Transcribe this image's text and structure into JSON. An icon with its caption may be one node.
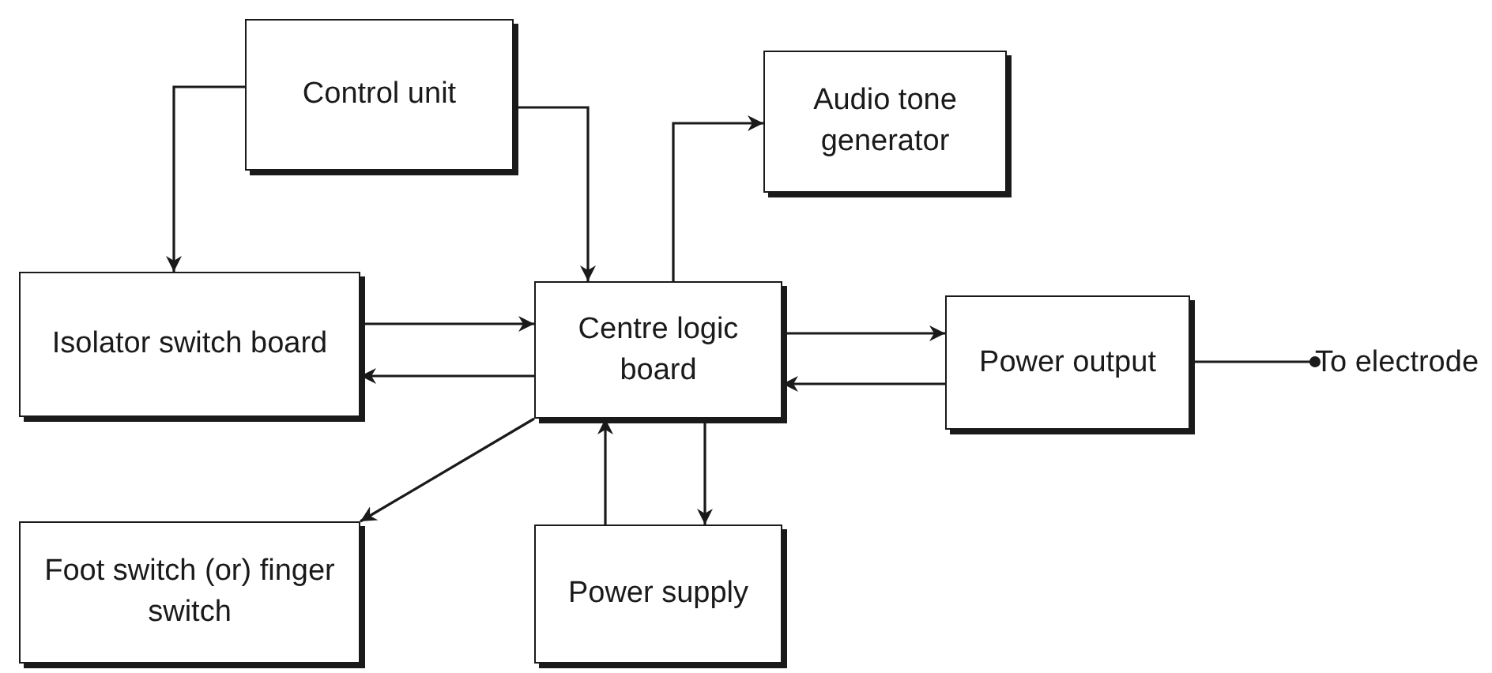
{
  "diagram": {
    "nodes": [
      {
        "text": [
          "Control unit"
        ]
      },
      {
        "text": [
          "Audio tone generator"
        ]
      },
      {
        "text": [
          "Isolator switch board"
        ]
      },
      {
        "text": [
          "Centre logic board"
        ]
      },
      {
        "text": [
          "Power output"
        ]
      },
      {
        "text": [
          "Foot switch (or) finger switch"
        ]
      },
      {
        "text": [
          "Power supply"
        ]
      },
      {
        "text": [
          "To electrode"
        ]
      }
    ],
    "edges": [
      {
        "from": 0,
        "to": 2,
        "arrow": "to"
      },
      {
        "from": 0,
        "to": 3,
        "arrow": "to"
      },
      {
        "from": 3,
        "to": 1,
        "arrow": "to"
      },
      {
        "from": 2,
        "to": 3,
        "arrow": "to"
      },
      {
        "from": 3,
        "to": 2,
        "arrow": "to"
      },
      {
        "from": 3,
        "to": 4,
        "arrow": "to"
      },
      {
        "from": 4,
        "to": 3,
        "arrow": "to"
      },
      {
        "from": 3,
        "to": 5,
        "arrow": "to"
      },
      {
        "from": 6,
        "to": 3,
        "arrow": "to"
      },
      {
        "from": 3,
        "to": 6,
        "arrow": "to"
      },
      {
        "from": 4,
        "to": 7,
        "arrow": "other"
      }
    ]
  }
}
